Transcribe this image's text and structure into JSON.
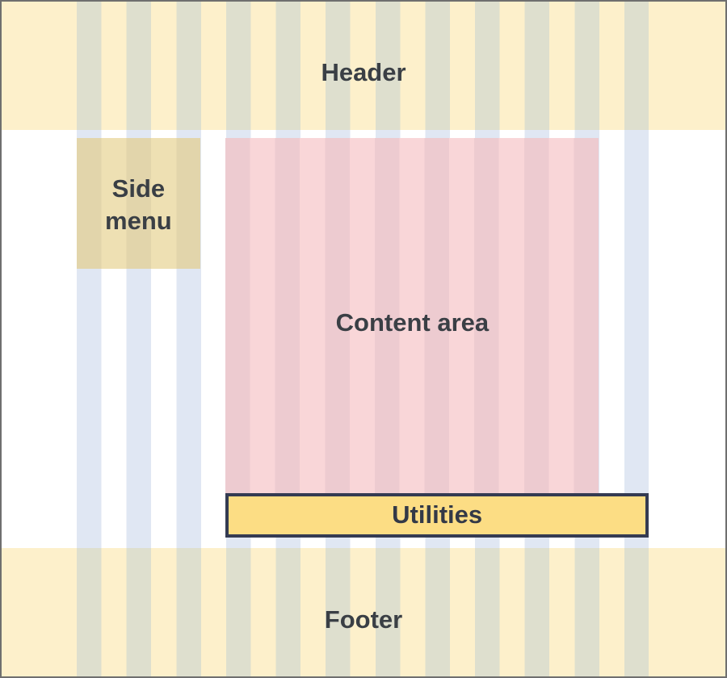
{
  "diagram": {
    "description": "Page layout diagram with grid column overlay",
    "grid_overlay": {
      "columns": 12
    }
  },
  "regions": {
    "header": {
      "label": "Header"
    },
    "side_menu": {
      "label": "Side menu"
    },
    "content": {
      "label": "Content area"
    },
    "utilities": {
      "label": "Utilities"
    },
    "footer": {
      "label": "Footer"
    }
  },
  "colors": {
    "canvas_border": "#6f6f6f",
    "page_background": "#ffffff",
    "grid_stripe_on_white": "#e0e7f3",
    "header_footer_base": "#fdf0cb",
    "header_footer_stripe": "#dedfce",
    "side_menu_base": "#eee0b3",
    "side_menu_stripe": "#e2d5ab",
    "content_base": "#f9d6d8",
    "content_stripe": "#edcbd0",
    "utilities_fill": "#fcdd84",
    "utilities_border": "#343b52",
    "utilities_text": "#333947",
    "label_text": "#3a3f45"
  }
}
